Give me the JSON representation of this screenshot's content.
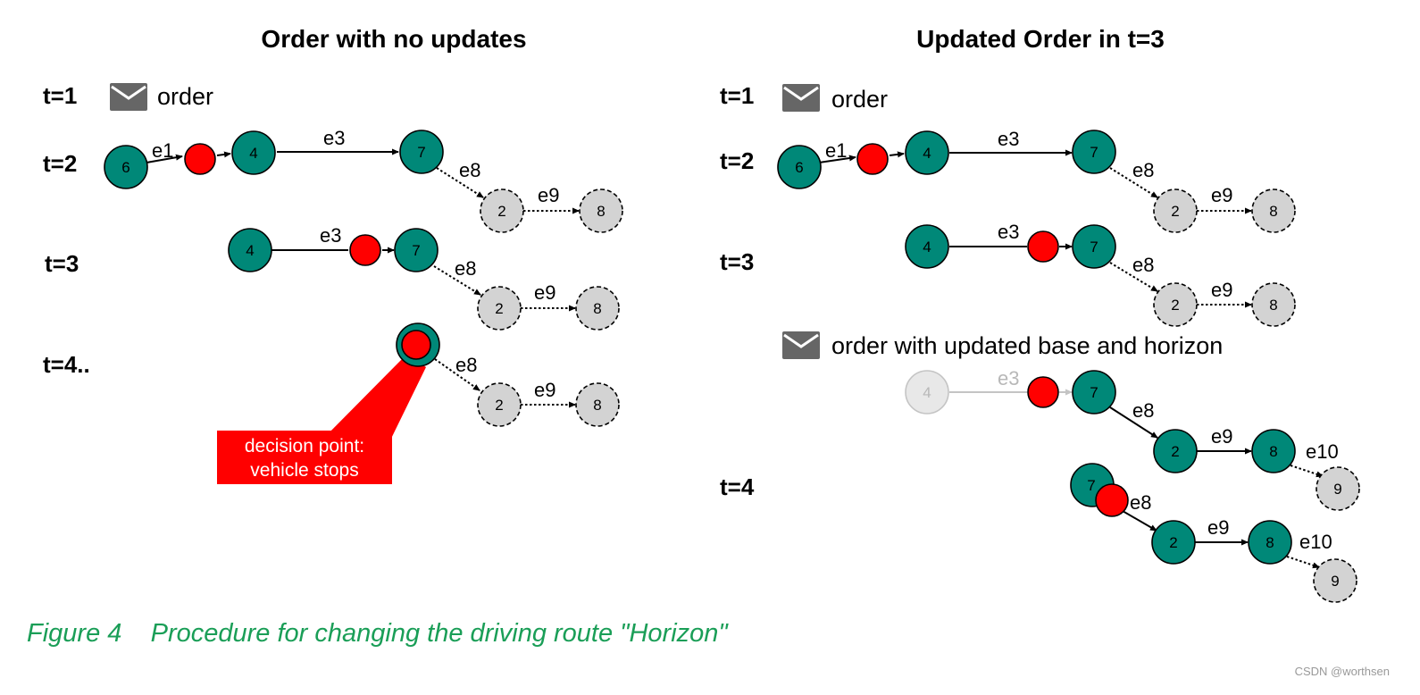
{
  "left_panel": {
    "title": "Order with no updates",
    "t1_label": "t=1",
    "t1_message": "order",
    "t2_label": "t=2",
    "t3_label": "t=3",
    "t4_label": "t=4..",
    "callout_line1": "decision point:",
    "callout_line2": "vehicle stops"
  },
  "right_panel": {
    "title": "Updated Order in t=3",
    "t1_label": "t=1",
    "t1_message": "order",
    "t2_label": "t=2",
    "t3_label": "t=3",
    "update_message": "order with updated base and horizon",
    "t4_label": "t=4"
  },
  "edge_labels": {
    "e1": "e1",
    "e3": "e3",
    "e8": "e8",
    "e9": "e9",
    "e10": "e10"
  },
  "node_labels": {
    "n2": "2",
    "n4": "4",
    "n6": "6",
    "n7": "7",
    "n8": "8",
    "n9": "9"
  },
  "caption": {
    "figure": "Figure 4",
    "text": "Procedure for changing the driving route \"Horizon\""
  },
  "watermark": "CSDN @worthsen",
  "colors": {
    "node_green": "#008878",
    "node_red": "#ff0000",
    "node_grey": "#d3d3d3",
    "caption_green": "#1a9e57",
    "callout_red": "#ff0000"
  },
  "icons": [
    "envelope-icon"
  ]
}
